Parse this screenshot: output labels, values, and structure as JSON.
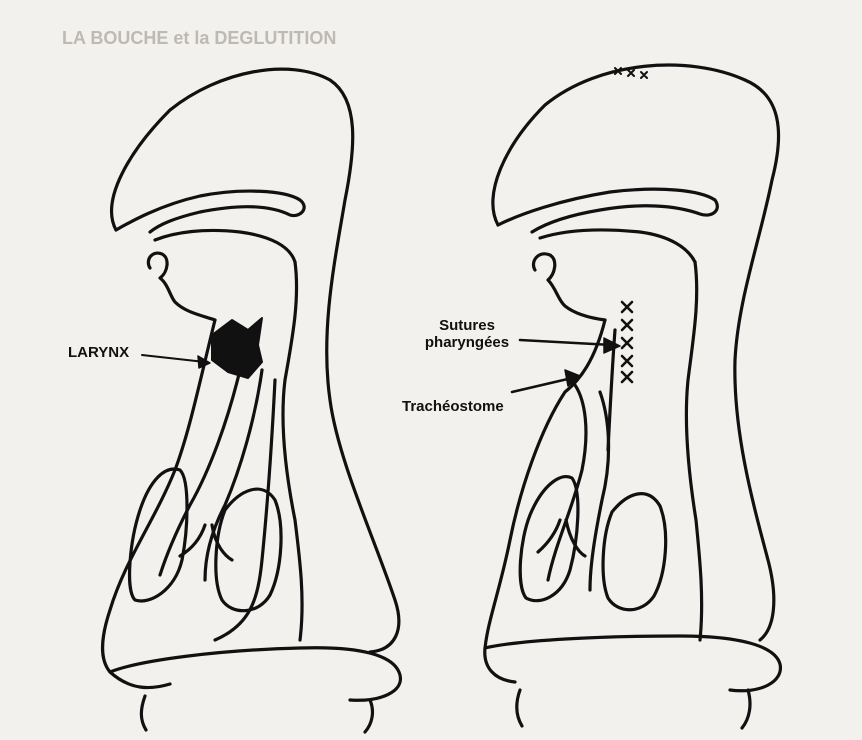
{
  "labels": {
    "larynx": "LARYNX",
    "sutures_line1": "Sutures",
    "sutures_line2": "pharyngées",
    "tracheostome": "Trachéostome"
  },
  "background_text": {
    "heading": "LA BOUCHE et la DEGLUTITION"
  },
  "colors": {
    "line": "#111111",
    "larynx_fill": "#111111",
    "paper": "#f3f1ee",
    "bleed_through": "#c9c6c1"
  }
}
